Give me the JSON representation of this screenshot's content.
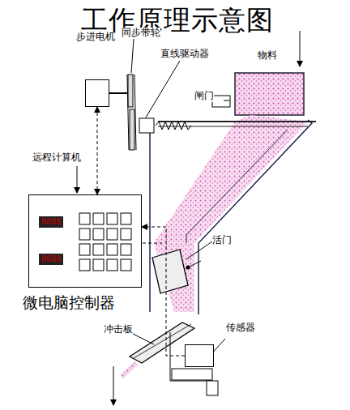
{
  "diagram": {
    "title": "工作原理示意图",
    "nodes": [
      {
        "text": [
          "步进电机"
        ]
      },
      {
        "text": [
          "微电脑控制器",
          "8888",
          "8888"
        ]
      },
      {
        "text": [
          "传感器"
        ]
      }
    ],
    "edges": [
      {
        "from": 0,
        "to": 1,
        "arrow": "both"
      },
      {
        "from": 2,
        "to": 1,
        "arrow": "to"
      }
    ],
    "labels": [
      "同步带轮",
      "直线驱动器",
      "物料",
      "闸门",
      "远程计算机",
      "活门",
      "冲击板"
    ]
  }
}
